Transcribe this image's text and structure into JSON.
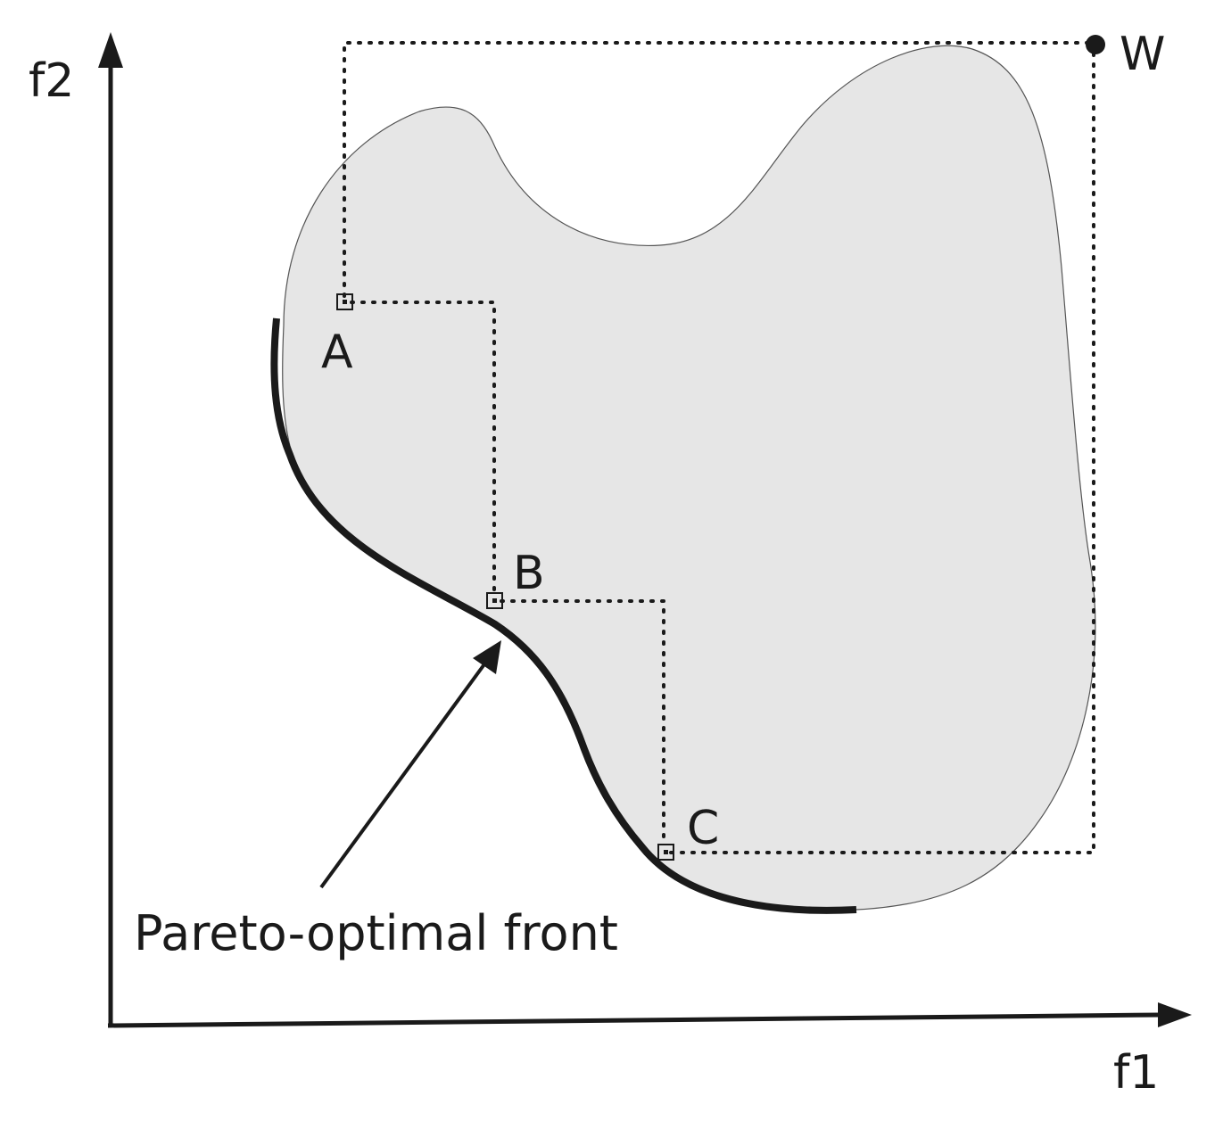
{
  "axes": {
    "x_label": "f1",
    "y_label": "f2"
  },
  "points": {
    "a": "A",
    "b": "B",
    "c": "C",
    "w": "W"
  },
  "annotation": {
    "label": "Pareto-optimal front"
  },
  "colors": {
    "region_fill": "#e6e6e6",
    "ink": "#1a1a1a"
  }
}
